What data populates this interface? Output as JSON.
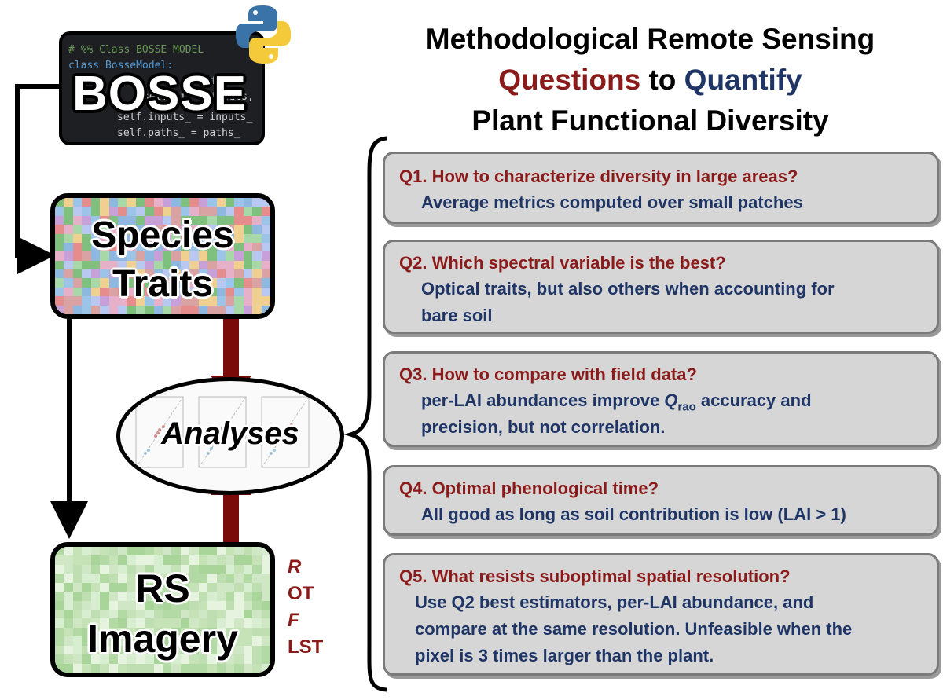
{
  "title": {
    "line1": "Methodological Remote Sensing",
    "questions": "Questions",
    "to": "to",
    "quantify": "Quantify",
    "line3": "Plant Functional Diversity"
  },
  "bosse": {
    "label": "BOSSE",
    "code": [
      "# %% Class BOSSE MODEL",
      "class BosseModel:",
      "   def __init__(self, ...",
      "      self.ti_ = inputs,",
      "self.inputs_ = inputs_",
      "self.paths_ = paths_"
    ]
  },
  "species_traits": {
    "line1": "Species",
    "line2": "Traits"
  },
  "rs_imagery": {
    "line1": "RS",
    "line2": "Imagery"
  },
  "analyses": {
    "label": "Analyses"
  },
  "variables": [
    "R",
    "OT",
    "F",
    "LST"
  ],
  "questions": [
    {
      "q": "Q1. How to characterize diversity in large areas?",
      "a": [
        "Average metrics computed over small patches"
      ]
    },
    {
      "q": "Q2. Which spectral variable is the best?",
      "a": [
        "Optical traits, but also others when accounting for",
        "bare soil"
      ]
    },
    {
      "q": "Q3. How to compare with field data?",
      "a_pre": "per-LAI abundances improve ",
      "a_sym": "Q",
      "a_sub": "rao",
      "a_post": " accuracy and",
      "a2": "precision, but not correlation."
    },
    {
      "q": "Q4. Optimal phenological time?",
      "a": [
        "All good as long as soil contribution is low (LAI > 1)"
      ]
    },
    {
      "q": "Q5. What resists suboptimal spatial resolution?",
      "a": [
        "Use Q2 best estimators, per-LAI abundance, and",
        "compare at the same resolution. Unfeasible when the",
        "pixel is 3 times larger than the plant."
      ]
    }
  ],
  "colors": {
    "question": "#8b1a1a",
    "answer": "#1f3566",
    "arrow": "#7a0a0a",
    "card": "#d6d6d6"
  }
}
